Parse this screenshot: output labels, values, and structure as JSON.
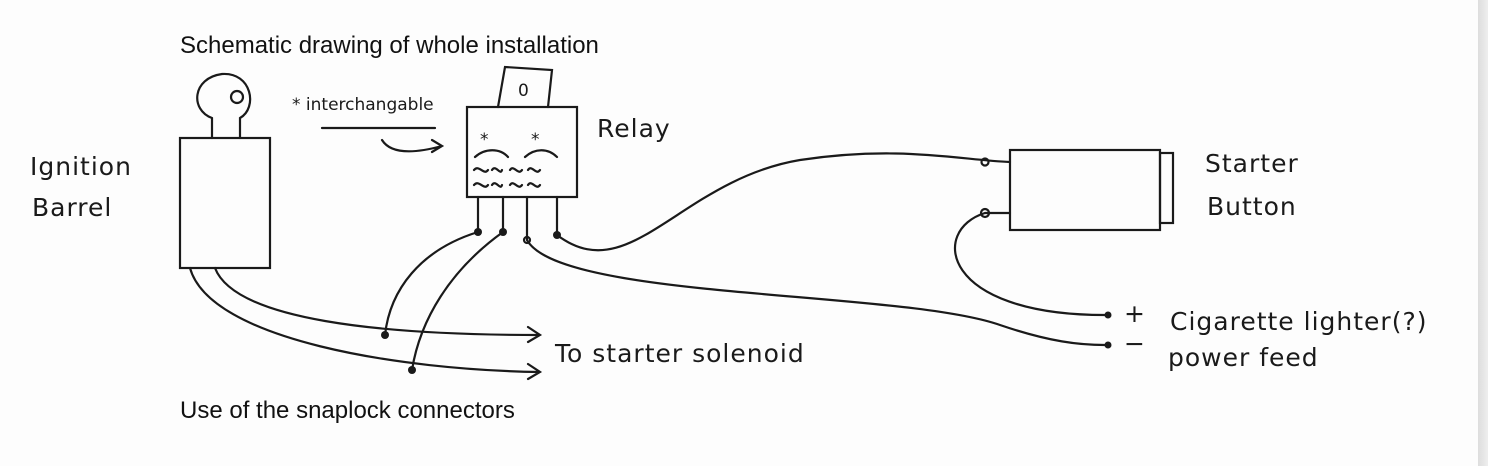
{
  "title": "Schematic drawing of whole installation",
  "footer": "Use of the snaplock connectors",
  "labels": {
    "ignition_line1": "Ignition",
    "ignition_line2": "Barrel",
    "interchangeable": "* interchangable",
    "relay": "Relay",
    "relay_tab": "0",
    "relay_marks": [
      "*",
      "*"
    ],
    "to_starter_solenoid": "To starter solenoid",
    "starter_line1": "Starter",
    "starter_line2": "Button",
    "plus": "+",
    "minus": "−",
    "lighter_line1": "Cigarette lighter(?)",
    "lighter_line2": "power feed"
  }
}
